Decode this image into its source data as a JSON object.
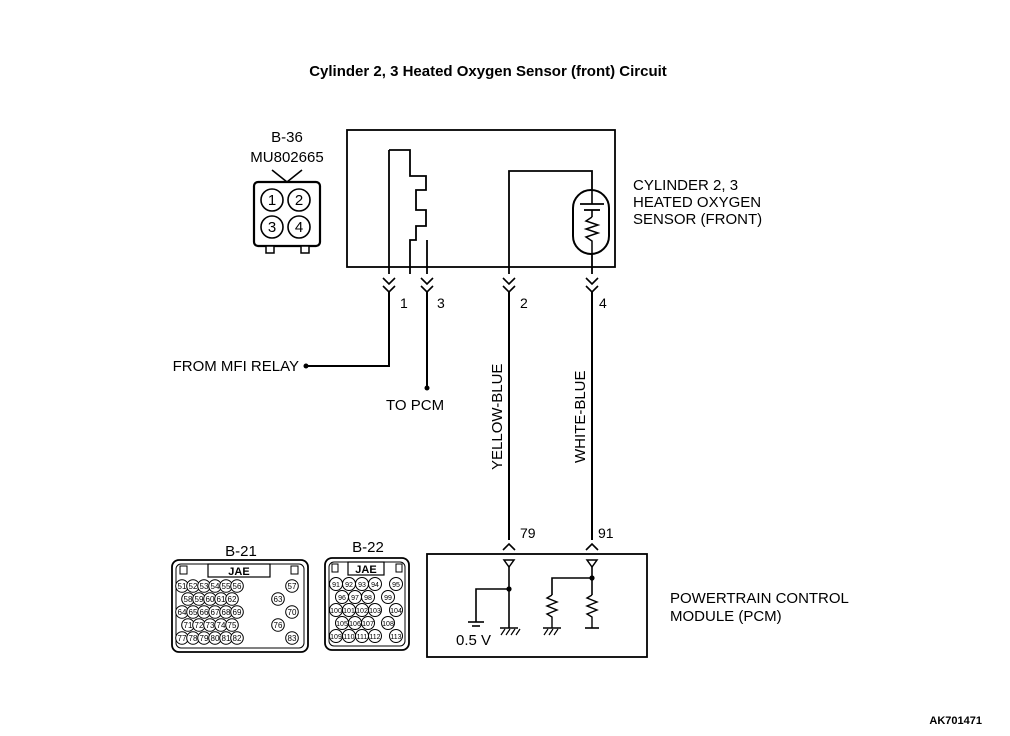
{
  "title": "Cylinder 2, 3 Heated Oxygen Sensor (front) Circuit",
  "figure_code": "AK701471",
  "sensor_connector": {
    "id": "B-36",
    "part_number": "MU802665",
    "pins": [
      "1",
      "2",
      "3",
      "4"
    ]
  },
  "sensor": {
    "label_lines": [
      "CYLINDER 2, 3",
      "HEATED OXYGEN",
      "SENSOR (FRONT)"
    ]
  },
  "wires": [
    {
      "pin": "1",
      "from_label": "FROM MFI RELAY"
    },
    {
      "pin": "3",
      "to_label": "TO PCM"
    },
    {
      "pin": "2",
      "color": "YELLOW-BLUE",
      "pcm_terminal": "79"
    },
    {
      "pin": "4",
      "color": "WHITE-BLUE",
      "pcm_terminal": "91"
    }
  ],
  "pcm": {
    "label_lines": [
      "POWERTRAIN CONTROL",
      "MODULE (PCM)"
    ],
    "bias_voltage": "0.5 V"
  },
  "pcm_connectors": [
    {
      "id": "B-21",
      "maker": "JAE",
      "rows": [
        [
          "51",
          "52",
          "53",
          "54",
          "55",
          "56",
          "57"
        ],
        [
          "58",
          "59",
          "60",
          "61",
          "62",
          "63"
        ],
        [
          "64",
          "65",
          "66",
          "67",
          "68",
          "69",
          "70"
        ],
        [
          "71",
          "72",
          "73",
          "74",
          "75",
          "76"
        ],
        [
          "77",
          "78",
          "79",
          "80",
          "81",
          "82",
          "83"
        ]
      ]
    },
    {
      "id": "B-22",
      "maker": "JAE",
      "rows": [
        [
          "91",
          "92",
          "93",
          "94",
          "95"
        ],
        [
          "96",
          "97",
          "98",
          "99"
        ],
        [
          "100",
          "101",
          "102",
          "103",
          "104"
        ],
        [
          "105",
          "106",
          "107",
          "108"
        ],
        [
          "109",
          "110",
          "111",
          "112",
          "113"
        ]
      ]
    }
  ]
}
